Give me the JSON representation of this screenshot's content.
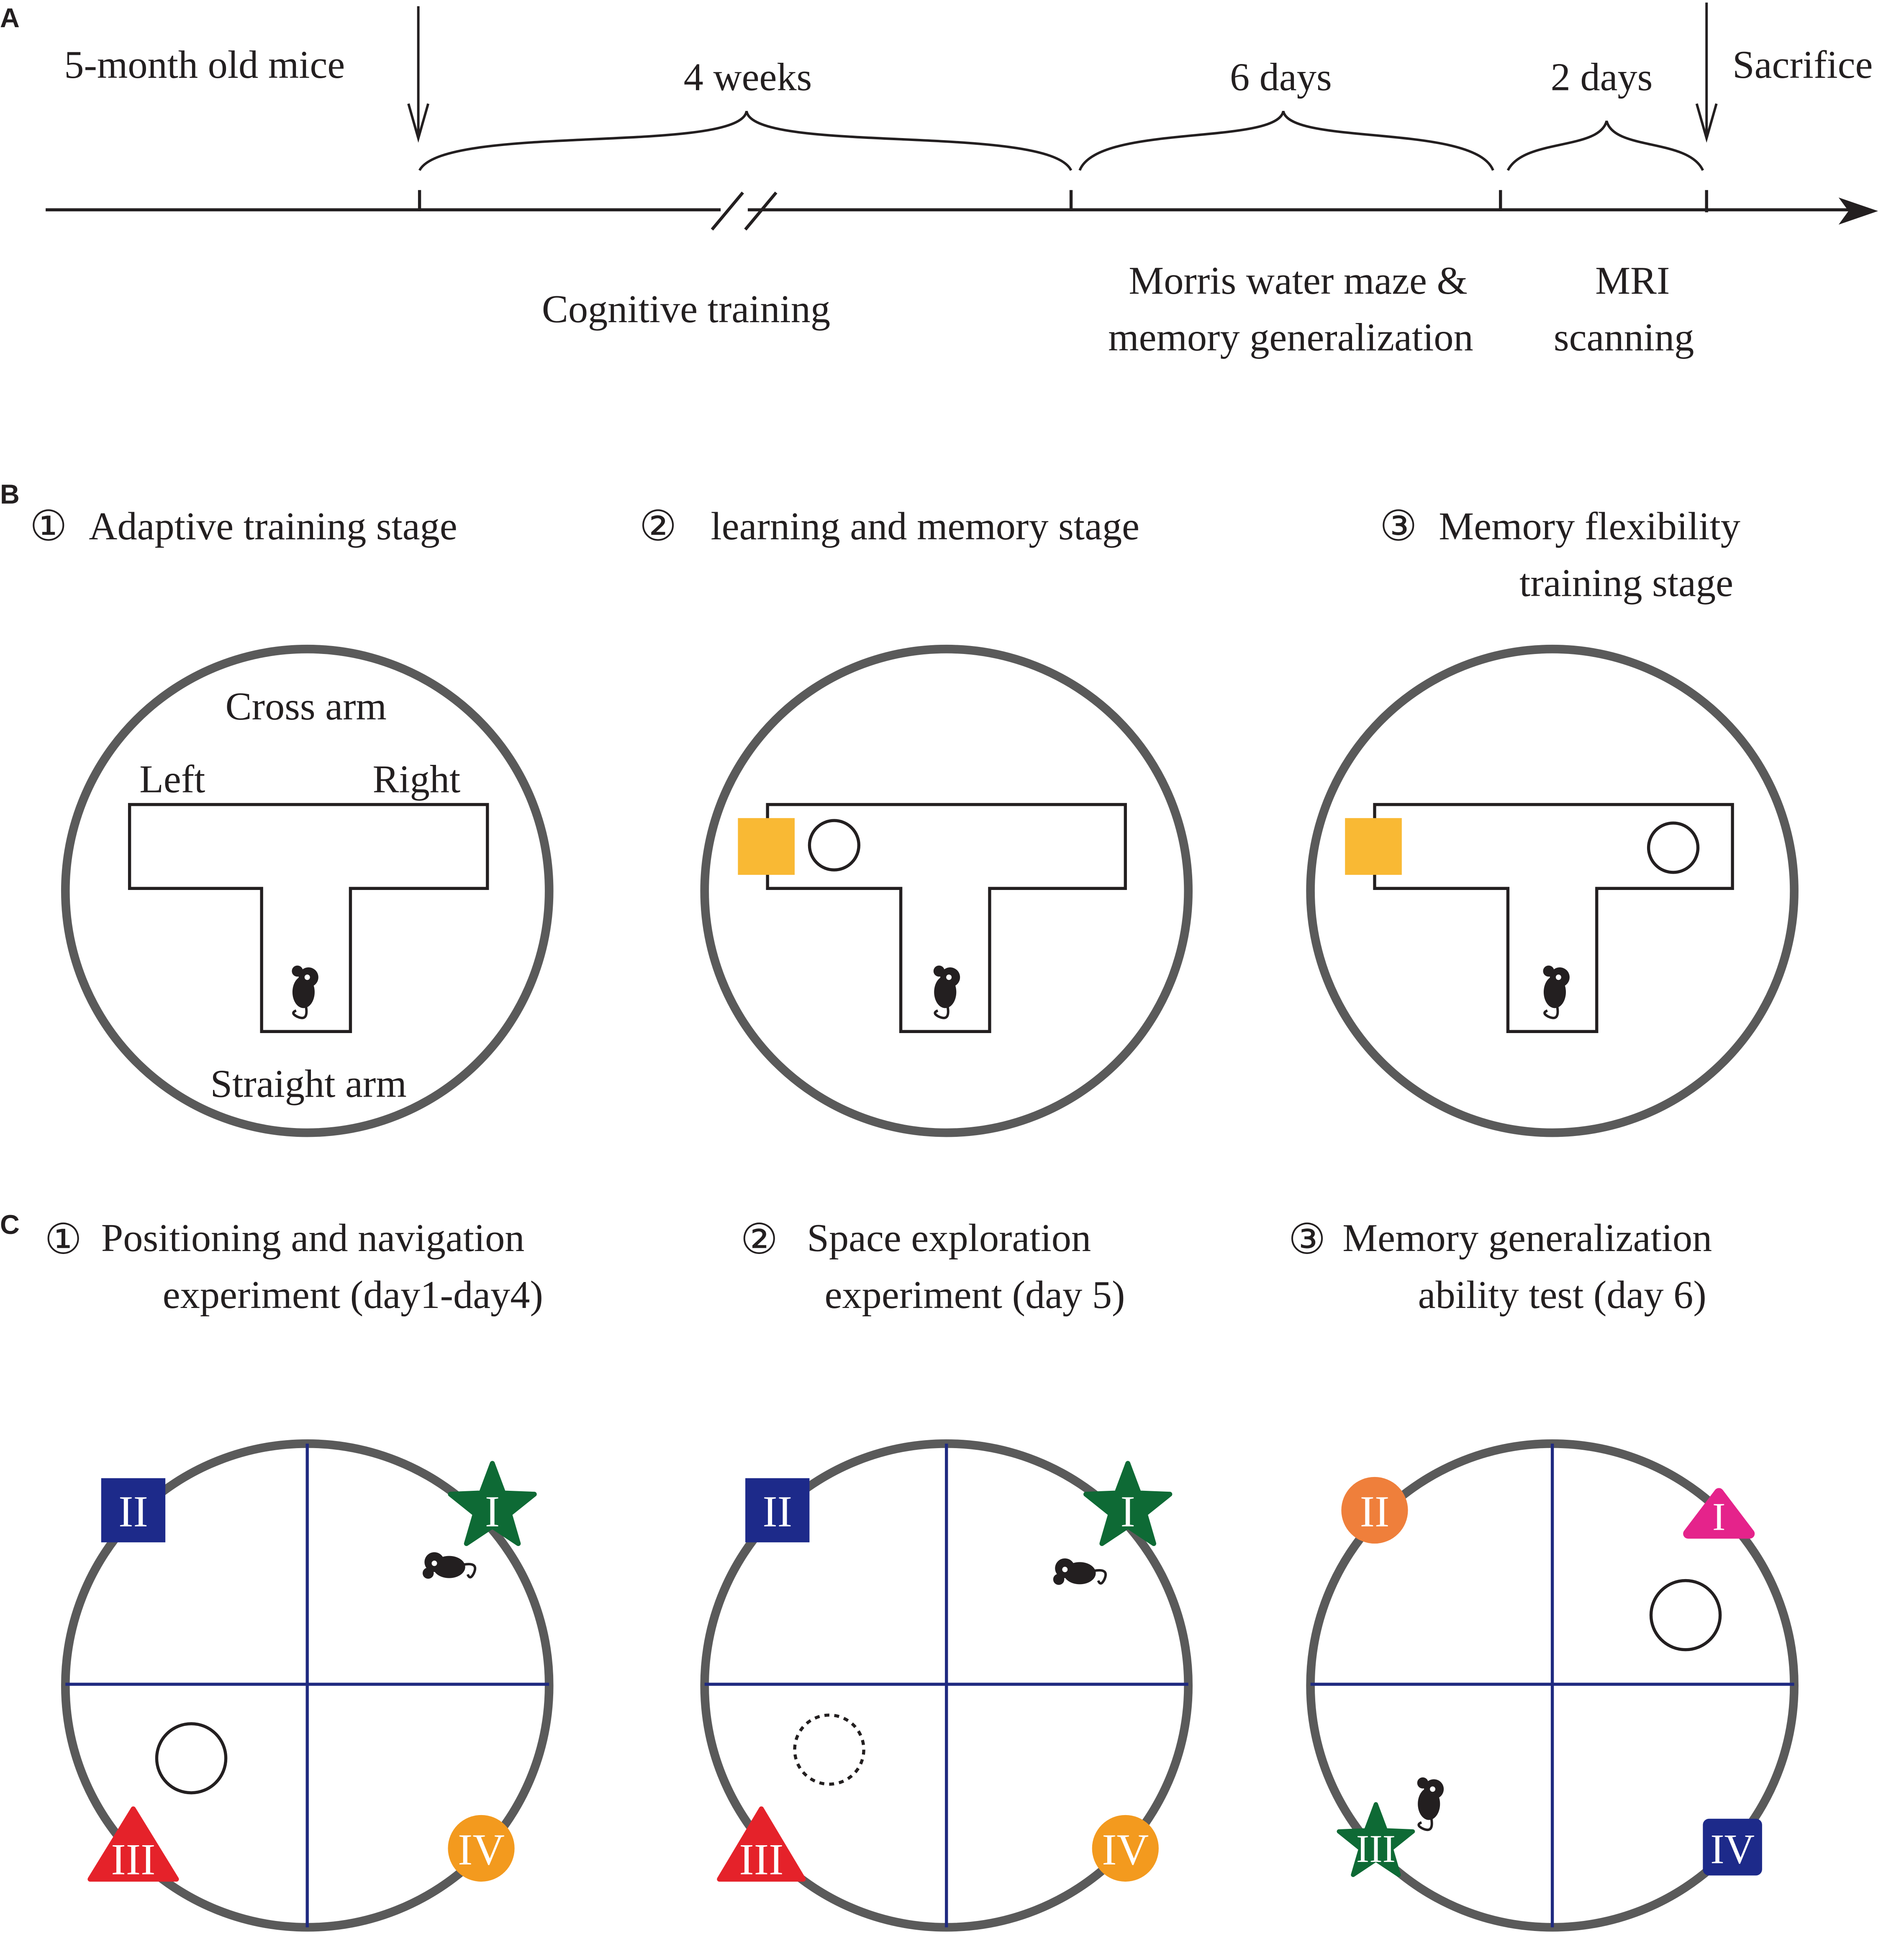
{
  "panel_labels": {
    "a": "A",
    "b": "B",
    "c": "C"
  },
  "timeline": {
    "start_label": "5-month old mice",
    "end_label": "Sacrifice",
    "durations": [
      "4 weeks",
      "6 days",
      "2 days"
    ],
    "phase1": "Cognitive training",
    "phase2_line1": "Morris water maze &",
    "phase2_line2": "memory generalization",
    "phase3_line1": "MRI",
    "phase3_line2": "scanning"
  },
  "section_b": {
    "titles": [
      {
        "num": "①",
        "line1": "Adaptive training stage",
        "line2": ""
      },
      {
        "num": "②",
        "line1": "learning and memory stage",
        "line2": ""
      },
      {
        "num": "③",
        "line1": "Memory flexibility",
        "line2": "training stage"
      }
    ],
    "maze_labels": {
      "cross_arm": "Cross arm",
      "left": "Left",
      "right": "Right",
      "straight_arm": "Straight arm"
    }
  },
  "section_c": {
    "titles": [
      {
        "num": "①",
        "line1": "Positioning and navigation",
        "line2": "experiment (day1-day4)"
      },
      {
        "num": "②",
        "line1": "Space exploration",
        "line2": "experiment (day 5)"
      },
      {
        "num": "③",
        "line1": "Memory generalization",
        "line2": "ability test (day 6)"
      }
    ],
    "quadrant_markers": {
      "q1": "I",
      "q2": "II",
      "q3": "III",
      "q4": "IV"
    }
  },
  "colors": {
    "blue": "#1d2a8a",
    "green": "#0e6a35",
    "red": "#e5222a",
    "orange": "#f39a1e",
    "yellow_square": "#f9b934",
    "pink": "#e5238b",
    "coral": "#ef7f3b",
    "ring_gray": "#5a5a5a",
    "line_blue": "#1f2a80",
    "ink": "#231f20"
  },
  "icons": [
    "mouse-icon",
    "star-marker",
    "square-marker",
    "triangle-marker",
    "circle-marker",
    "down-arrow-icon"
  ]
}
